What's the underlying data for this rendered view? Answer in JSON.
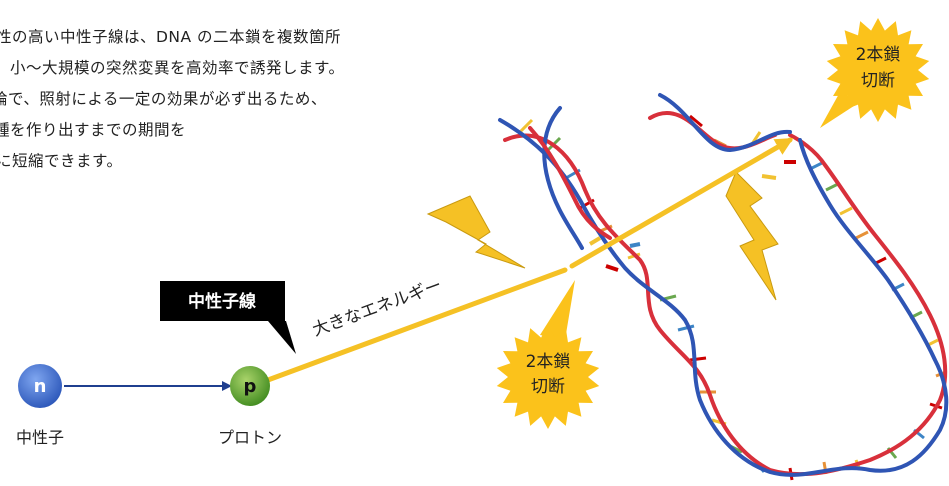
{
  "paragraph": [
    "性の高い中性子線は、DNA の二本鎖を複数箇所",
    "、小〜大規模の突然変異を高効率で誘発します。",
    "論で、照射による一定の効果が必ず出るため、",
    "種を作り出すまでの期間を",
    "に短縮できます。"
  ],
  "neutron": {
    "symbol": "n",
    "label": "中性子"
  },
  "proton": {
    "symbol": "p",
    "label": "プロトン"
  },
  "callout": "中性子線",
  "beam_label": "大きなエネルギー",
  "burst_bottom": {
    "line1": "2本鎖",
    "line2": "切断"
  },
  "burst_top": {
    "line1": "2本鎖",
    "line2": "切断"
  },
  "colors": {
    "neutron": "#3b6fd0",
    "proton": "#5aa028",
    "beam": "#f5c125",
    "burst": "#fbc21b",
    "strand_red": "#d8303b",
    "strand_blue": "#2f55b4",
    "callout_bg": "#000000"
  }
}
